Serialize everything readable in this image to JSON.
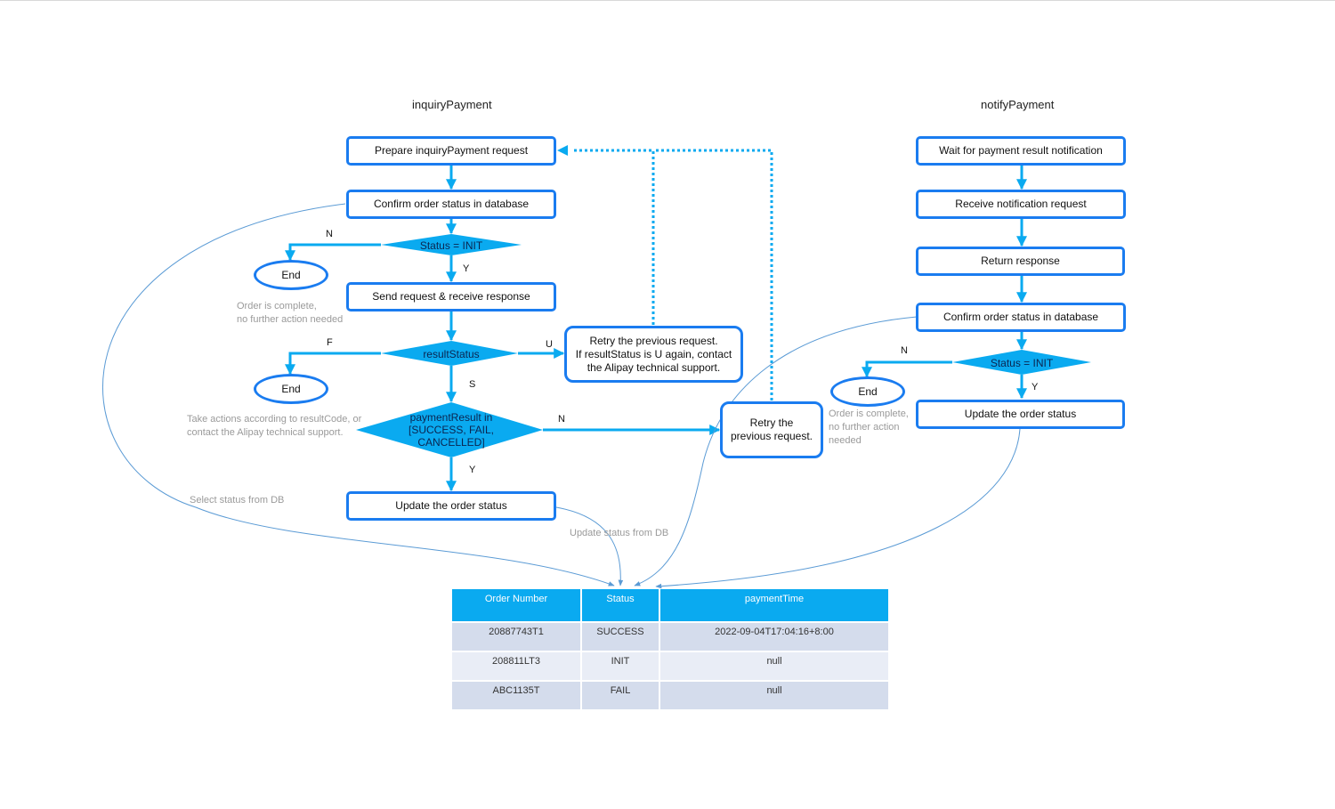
{
  "titles": {
    "left": "inquiryPayment",
    "right": "notifyPayment"
  },
  "inquiry": {
    "prepare": "Prepare inquiryPayment request",
    "confirm": "Confirm order status in database",
    "status_init": "Status = INIT",
    "end1": "End",
    "end1_note": "Order is complete,\nno further action needed",
    "send": "Send request & receive response",
    "result_status": "resultStatus",
    "end2": "End",
    "end2_note": "Take actions according to resultCode, or\ncontact the Alipay technical  support.",
    "retry_u": "Retry the  previous request.\nIf resultStatus is U again, contact\nthe Alipay technical support.",
    "payment_result": "paymentResult  in\n[SUCCESS, FAIL,\nCANCELLED]",
    "retry_n": "Retry the\nprevious request.",
    "update": "Update the order status",
    "labels": {
      "n1": "N",
      "y1": "Y",
      "f": "F",
      "u": "U",
      "s": "S",
      "n2": "N",
      "y2": "Y"
    },
    "select_note": "Select  status from DB",
    "update_note": "Update status from DB"
  },
  "notify": {
    "wait": "Wait for payment result notification",
    "receive": "Receive notification request",
    "return": "Return response",
    "confirm": "Confirm order status in database",
    "status_init": "Status = INIT",
    "end": "End",
    "end_note": "Order is complete,\nno further action\nneeded",
    "update": "Update the order status",
    "labels": {
      "n": "N",
      "y": "Y"
    }
  },
  "table": {
    "headers": [
      "Order Number",
      "Status",
      "paymentTime"
    ],
    "rows": [
      [
        "20887743T1",
        "SUCCESS",
        "2022-09-04T17:04:16+8:00"
      ],
      [
        "208811LT3",
        "INIT",
        "null"
      ],
      [
        "ABC1135T",
        "FAIL",
        "null"
      ]
    ]
  },
  "colors": {
    "box_border": "#1a7cf0",
    "arrow": "#0aaaf0",
    "diamond": "#0aaaf0",
    "table_header": "#0aaaf0",
    "curve": "#5b9bd5"
  }
}
